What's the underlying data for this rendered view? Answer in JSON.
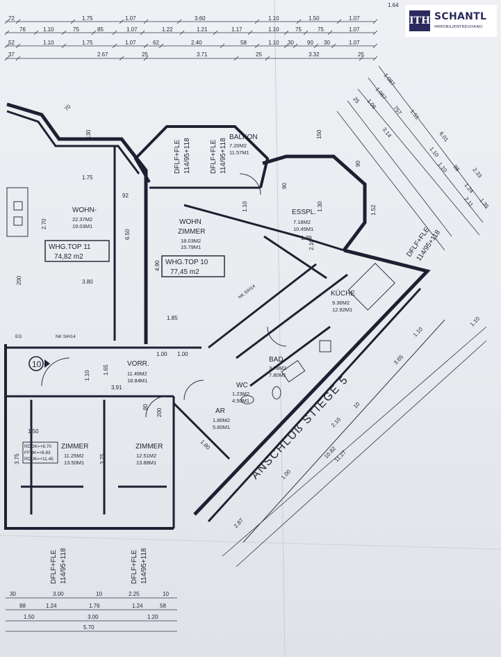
{
  "brand": {
    "mark": "ITH",
    "name": "SCHANTL",
    "sub": "IMMOBILIENTREUHAND"
  },
  "units": [
    {
      "label": "WHG.TOP 11",
      "area": "74,82 m2"
    },
    {
      "label": "WHG.TOP 10",
      "area": "77,45 m2"
    }
  ],
  "rooms": {
    "wohn11": {
      "name": "WOHN-",
      "area1": "22.37M2",
      "area2": "19.03M1"
    },
    "wohnzimmer10": {
      "name1": "WOHN",
      "name2": "ZIMMER",
      "area1": "18.03M2",
      "area2": "15.79M1"
    },
    "balkon": {
      "name": "BALKON",
      "area1": "7.20M2",
      "area2": "11.57M1"
    },
    "esspl": {
      "name": "ESSPL.",
      "area1": "7.18M2",
      "area2": "10.45M1"
    },
    "kueche": {
      "name": "KÜCHE",
      "area1": "9.36M2",
      "area2": "12.92M1"
    },
    "vorr": {
      "name": "VORR.",
      "area1": "11.49M2",
      "area2": "18.84M1"
    },
    "bad": {
      "name": "BAD",
      "area1": "3.78M2",
      "area2": "7.80M1"
    },
    "wc": {
      "name": "WC",
      "area1": "1.23M2",
      "area2": "4.50M1"
    },
    "ar": {
      "name": "AR",
      "area1": "1.80M2",
      "area2": "5.60M1"
    },
    "zimmer_left": {
      "name": "ZIMMER",
      "area1": "11.25M2",
      "area2": "13.50M1"
    },
    "zimmer_mid": {
      "name": "ZIMMER",
      "area1": "12.51M2",
      "area2": "13.88M1"
    }
  },
  "stair_label": "ANSCHLUß STIEGE 5",
  "window_codes": [
    "DFLF+FLE",
    "114/95+118"
  ],
  "level_notes": [
    "RDOK=+8.70",
    "FFOK=+8.83",
    "RDUK=+11.45"
  ],
  "markers": {
    "circle": "10",
    "nk": "NK SIH14",
    "eg": "EG"
  },
  "top_dims": {
    "row1": [
      "72",
      "1.75",
      "1.07",
      "3.60",
      "1.10",
      "1.50",
      "1.07"
    ],
    "row2": [
      "76",
      "1.10",
      "75",
      "85",
      "1.07",
      "1.22",
      "1.21",
      "1.17",
      "1.10",
      "75",
      "75",
      "1.07"
    ],
    "row3": [
      "52",
      "1.10",
      "1.75",
      "1.07",
      "62",
      "2.40",
      "58",
      "1.10",
      "30",
      "90",
      "30",
      "1.07"
    ],
    "row4": [
      "37",
      "2.67",
      "25",
      "3.71",
      "25",
      "3.32",
      "25"
    ],
    "right": "1.64"
  },
  "diag_dims": [
    "6.01",
    "1.51",
    "1.087",
    "1.067",
    "1.06",
    "757",
    "3.14",
    "1.10",
    "1.10",
    "98",
    "2.33",
    "1.24",
    "2.11",
    "1.35",
    "25"
  ],
  "stair_dims": [
    "3.65",
    "2.10",
    "10",
    "1.10",
    "11.27",
    "10.82",
    "1.00",
    "2.87",
    "1.10"
  ],
  "bottom_dims": {
    "row1": [
      "30",
      "3.00",
      "10",
      "2.25",
      "10"
    ],
    "row2": [
      "88",
      "1.24",
      "1.76",
      "1.24",
      "58"
    ],
    "row3": [
      "1.50",
      "3.00",
      "1.20"
    ],
    "row4": [
      "5.70"
    ]
  },
  "inner_dims": [
    "1.75",
    "92",
    "3.80",
    "2.70",
    "6.50",
    "4.90",
    "1.85",
    "1.00",
    "1.00",
    "3.91",
    "1.65",
    "1.10",
    "1.50",
    "3.75",
    "1.80",
    "80",
    "200",
    "90",
    "150",
    "130",
    "70",
    "2.10",
    "1.10",
    "1.30",
    "1.52",
    "1.39"
  ]
}
